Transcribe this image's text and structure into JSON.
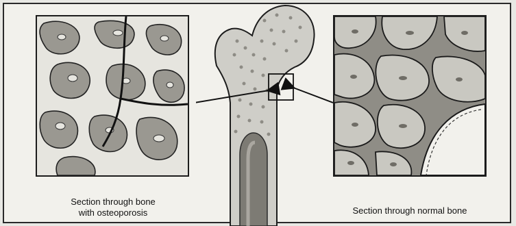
{
  "captions": {
    "left_line1": "Section through bone",
    "left_line2": "with osteoporosis",
    "right": "Section through normal bone"
  },
  "icons": {
    "bone": "femur-illustration",
    "left_arrow": "arrow-icon",
    "right_arrow": "arrow-icon",
    "highlight": "magnify-box"
  },
  "colors": {
    "frame": "#2a2a2a",
    "background": "#f2f1ec",
    "bone_fill": "#cfcec8",
    "ink": "#1c1c1c"
  }
}
